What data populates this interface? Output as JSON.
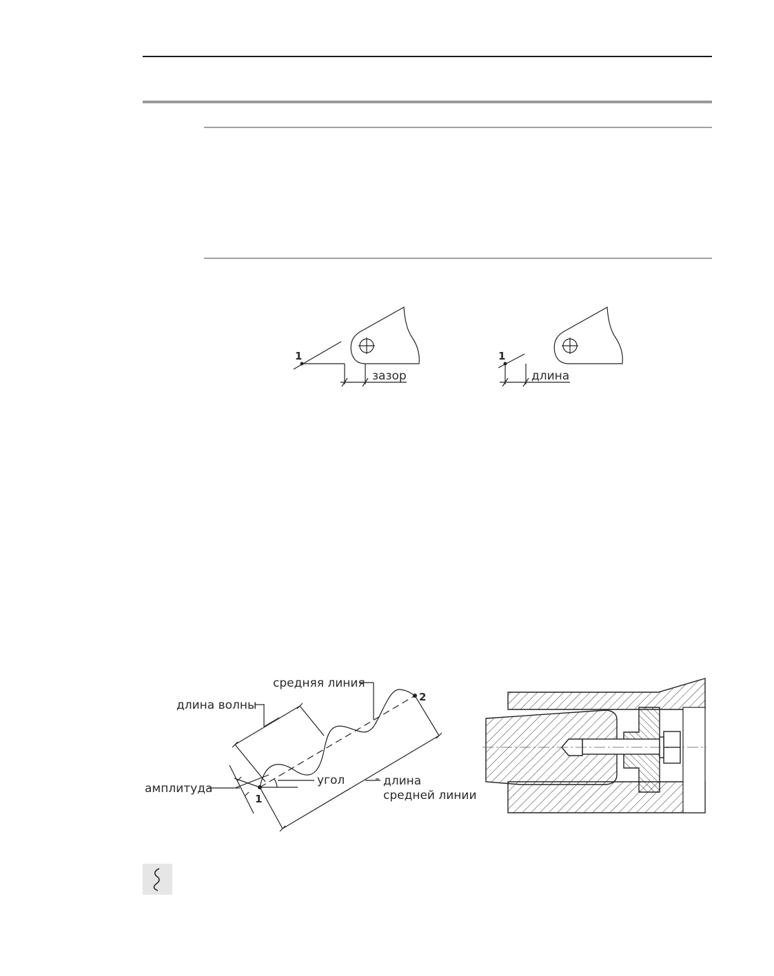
{
  "figures": {
    "gap_figure": {
      "point_label": "1",
      "dimension_label": "зазор"
    },
    "length_figure": {
      "point_label": "1",
      "dimension_label": "длина"
    },
    "wave_figure": {
      "midline_label": "средняя линия",
      "wavelength_label": "длина волны",
      "amplitude_label": "амплитуда",
      "angle_label": "угол",
      "midline_length_label_1": "длина",
      "midline_length_label_2": "средней линии",
      "start_point_label": "1",
      "end_point_label": "2"
    }
  },
  "toolbar": {
    "wave_tool_icon": "wave-line-icon"
  }
}
